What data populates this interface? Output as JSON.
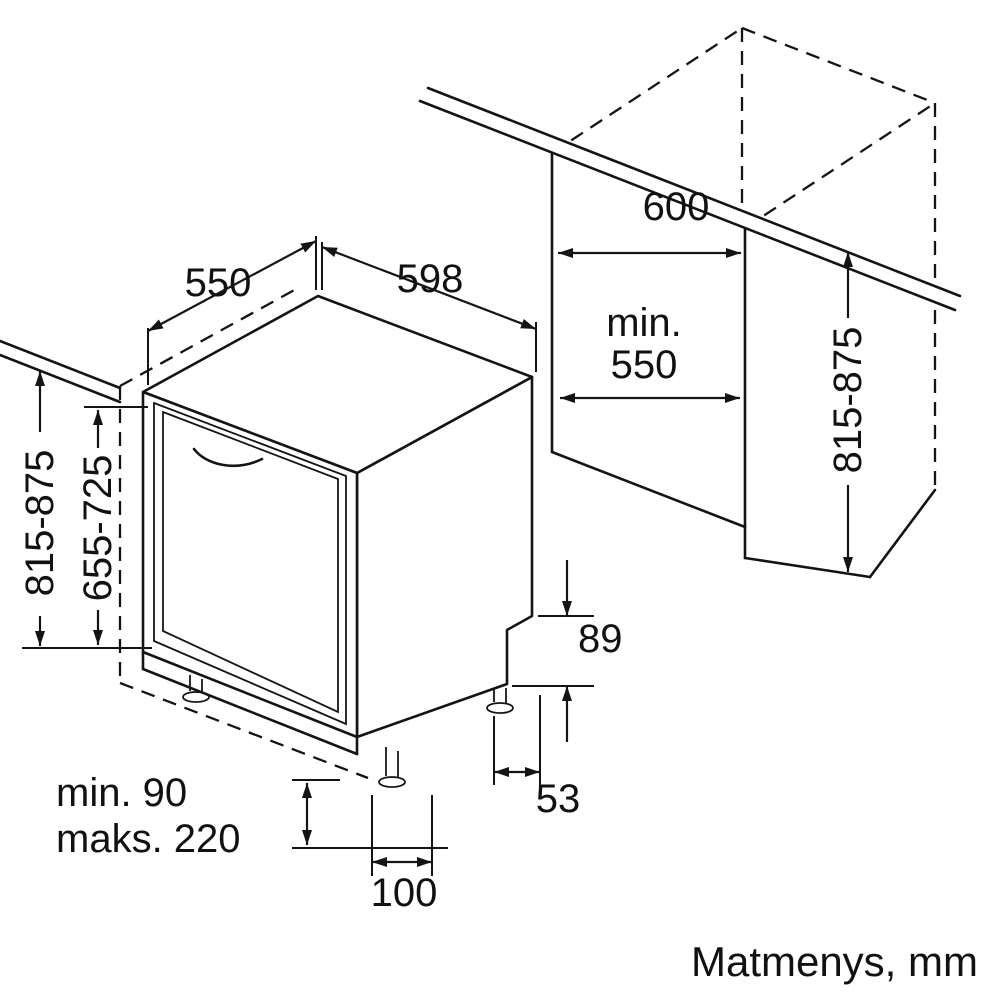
{
  "diagram": {
    "unit_note": "Matmenys, mm",
    "appliance": {
      "top_depth": "550",
      "top_width": "598",
      "overall_height": "815-875",
      "door_panel_height": "655-725",
      "plinth_min": "min. 90",
      "plinth_max": "maks. 220",
      "front_foot_offset": "100",
      "rear_foot_offset": "53",
      "rear_recess_height": "89"
    },
    "niche": {
      "width": "600",
      "depth_line1": "min.",
      "depth_line2": "550",
      "height": "815-875"
    }
  }
}
